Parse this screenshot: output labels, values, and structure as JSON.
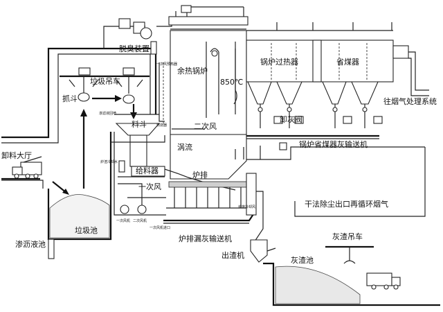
{
  "labels": {
    "unload_hall": "卸料大厅",
    "grab": "抓斗",
    "crane": "垃圾吊车",
    "deodorizer": "脱臭装置",
    "waste_heat_boiler": "余热锅炉",
    "temp": "850℃",
    "superheater": "锅炉过热器",
    "economizer": "省煤器",
    "flue_gas": "往烟气处理系统",
    "hopper": "料斗",
    "secondary_air": "二次风",
    "vortex": "涡流",
    "ash_valve": "卸灰阀",
    "ash_conveyor": "锅炉省煤器灰输送机",
    "feeder": "给料器",
    "grate": "炉排",
    "primary_air": "一次风",
    "recirc": "干法除尘出口再循环烟气",
    "pit": "垃圾池",
    "leachate": "渗沥液池",
    "grate_conveyor": "炉排漏灰输送机",
    "slag_extractor": "出渣机",
    "ash_pit": "灰渣池",
    "slag_crane": "灰渣吊车",
    "small_1": "渗滤液回喷",
    "small_2": "炉渣冷却水",
    "small_3": "一次风机",
    "small_4": "二次风机",
    "small_5": "燃烧器",
    "small_6": "一次风预热器",
    "small_7": "炉排冷却风",
    "small_8": "一次风机进口"
  }
}
